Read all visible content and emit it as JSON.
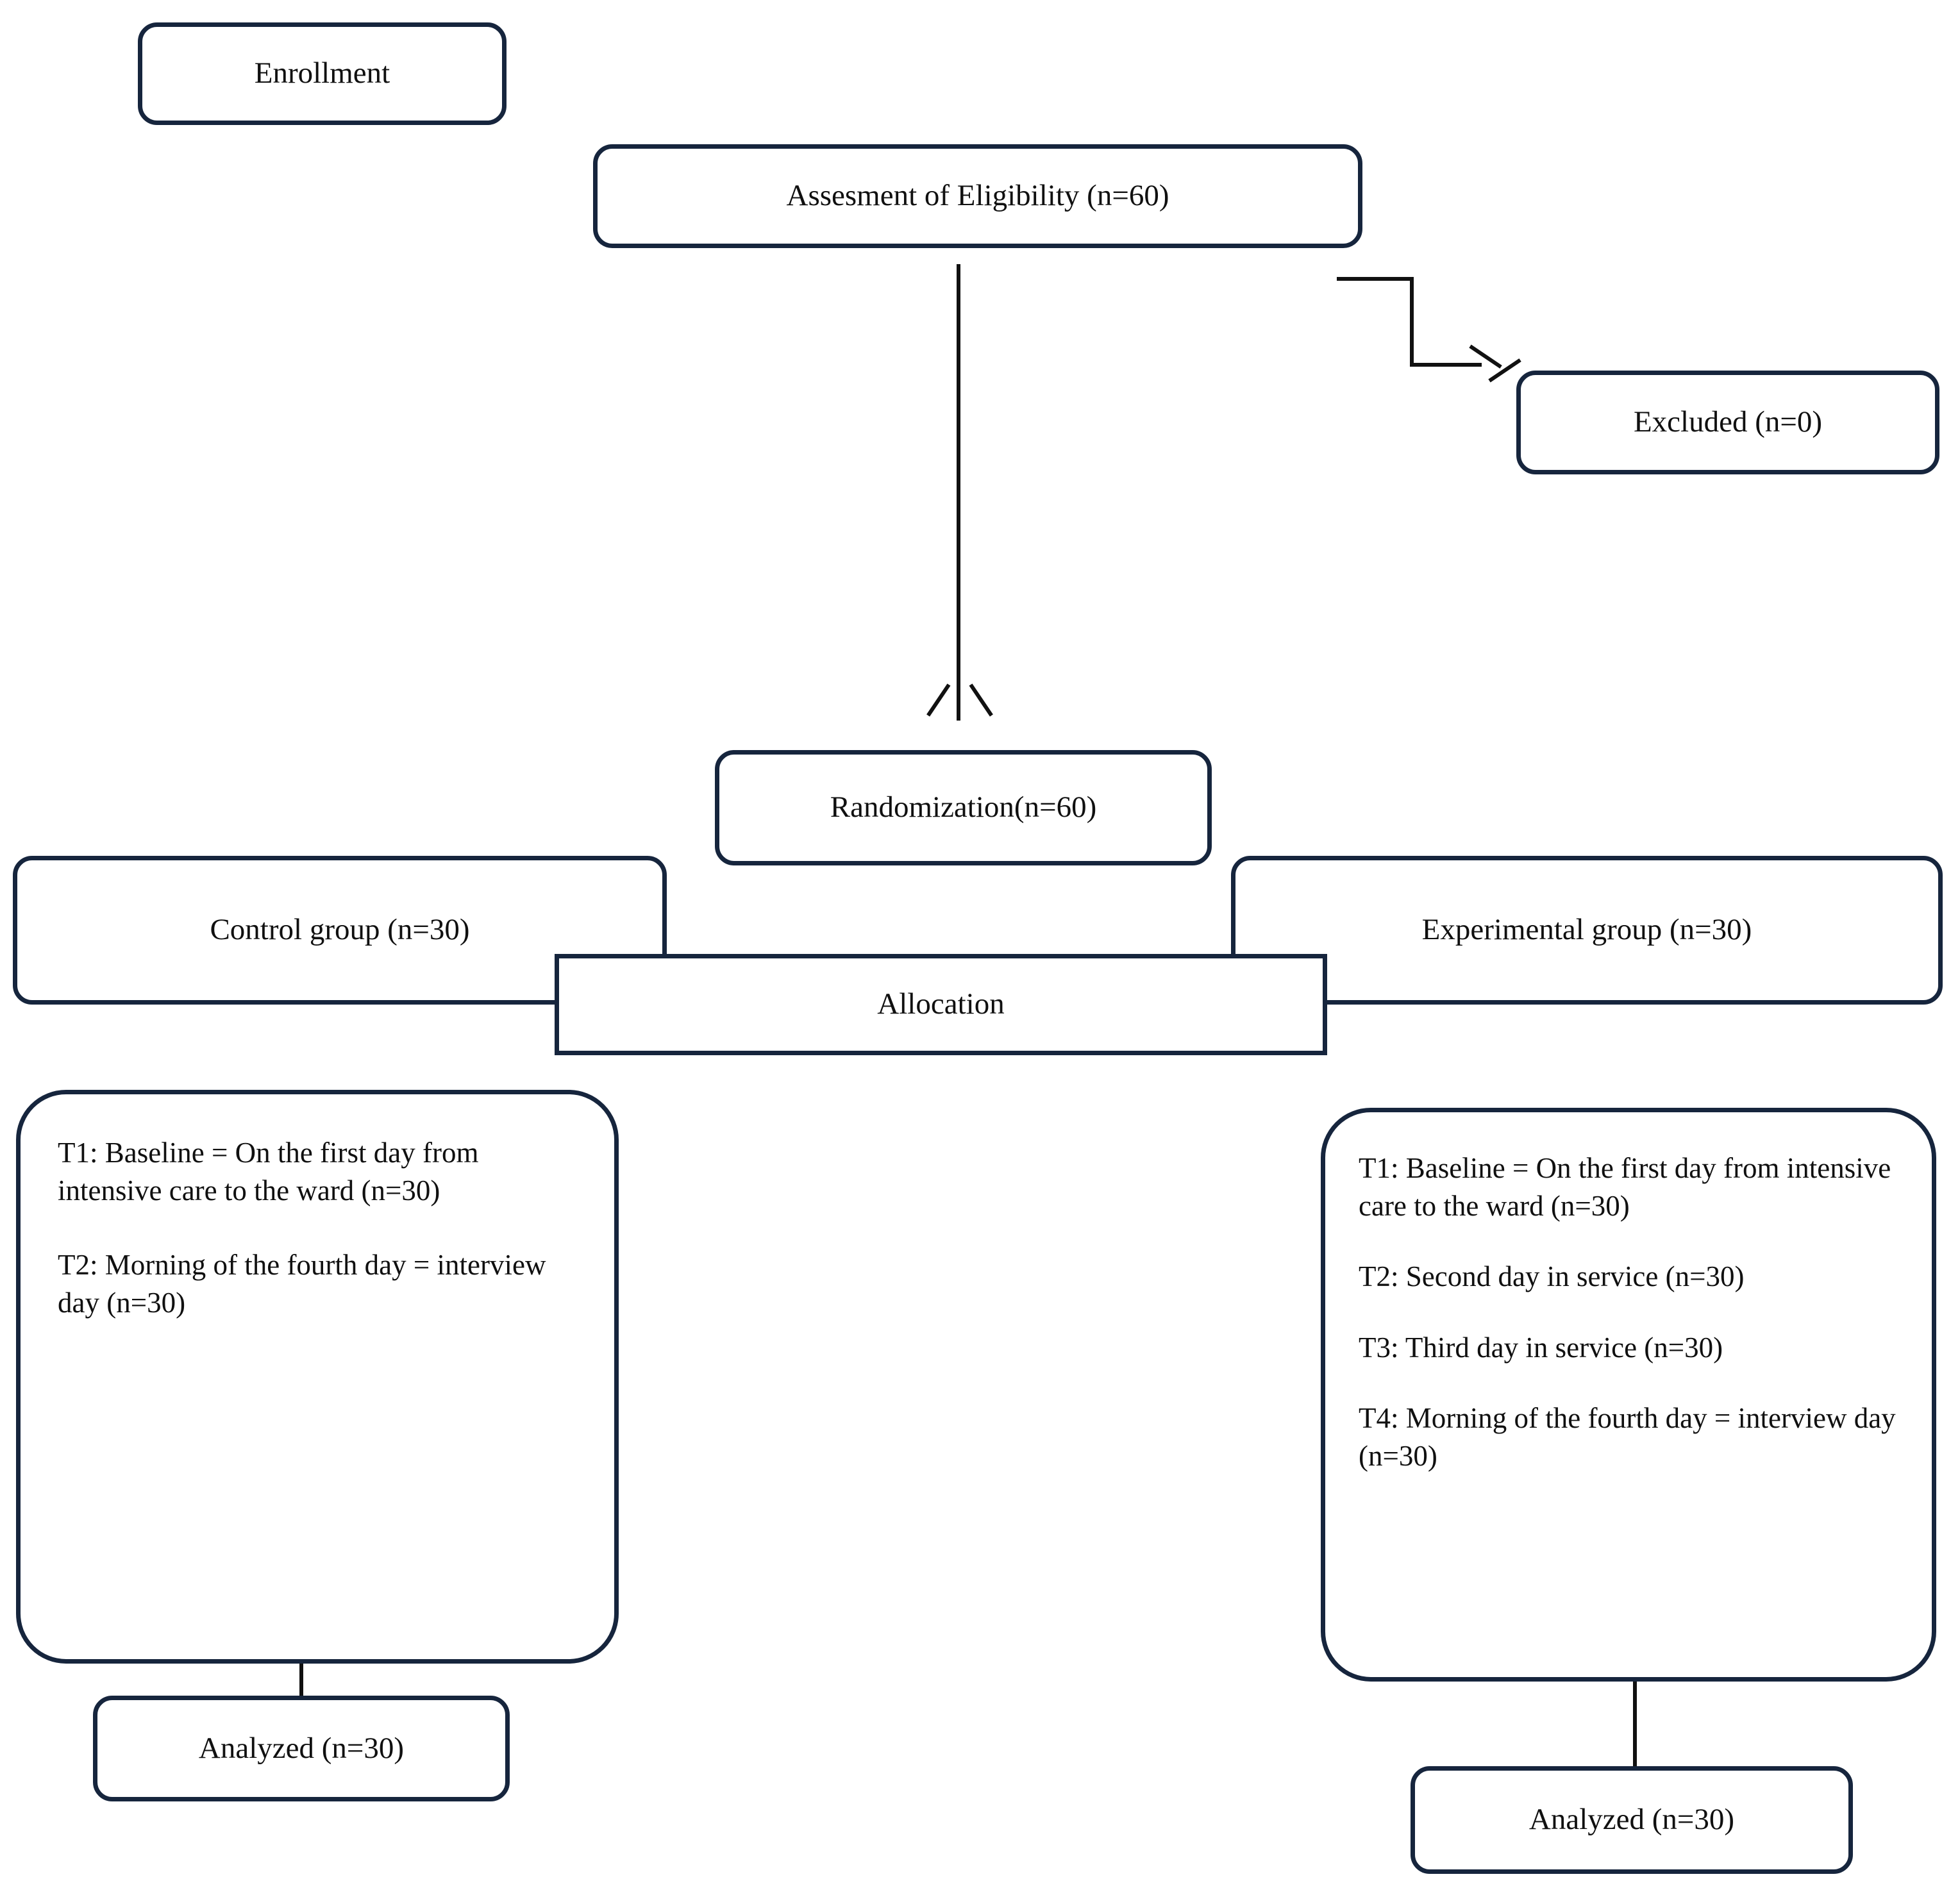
{
  "figure": {
    "type": "consort-flow-diagram",
    "colors": {
      "box_border": "#16253d",
      "connector": "#111111",
      "background": "#ffffff",
      "text": "#101010"
    }
  },
  "nodes": {
    "enrollment": {
      "label": "Enrollment"
    },
    "assessment": {
      "label": "Assesment of Eligibility (n=60)"
    },
    "excluded": {
      "label": "Excluded (n=0)"
    },
    "randomization": {
      "label": "Randomization(n=60)"
    },
    "control_group": {
      "label": "Control group (n=30)"
    },
    "experimental_group": {
      "label": "Experimental group (n=30)"
    },
    "allocation": {
      "label": "Allocation"
    },
    "analyzed_left": {
      "label": "Analyzed (n=30)"
    },
    "analyzed_right": {
      "label": "Analyzed (n=30)"
    }
  },
  "timeline_control": {
    "timepoints": [
      "T1: Baseline = On the first day from intensive care to the ward (n=30)",
      "T2: Morning of the fourth day = interview day (n=30)"
    ]
  },
  "timeline_experimental": {
    "timepoints": [
      "T1: Baseline = On the first day from intensive care to the ward (n=30)",
      "T2: Second day in service (n=30)",
      " T3: Third day in service (n=30)",
      "T4: Morning of the fourth day = interview day (n=30)"
    ]
  }
}
